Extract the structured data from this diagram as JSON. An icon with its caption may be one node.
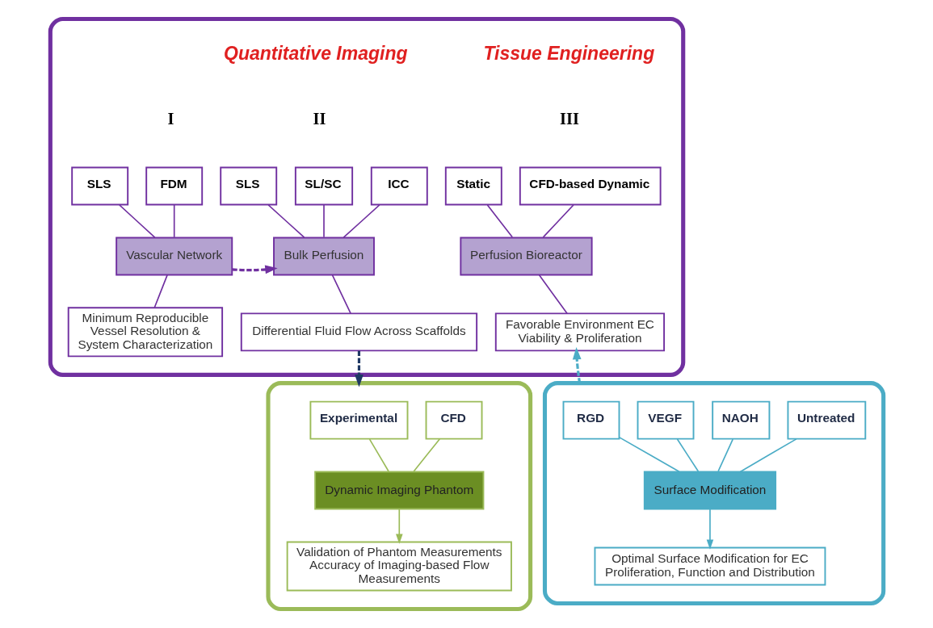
{
  "diagram": {
    "nodes": [
      {
        "text": [],
        "shape": "box"
      },
      {
        "text": [
          "SLS"
        ],
        "in": 0
      },
      {
        "text": [
          "FDM"
        ],
        "in": 0
      },
      {
        "text": [
          "Vascular Network"
        ],
        "in": 0
      },
      {
        "text": [
          "Minimum Reproducible Vessel Resolution & System Characterization"
        ],
        "in": 0
      },
      {
        "text": [
          "SLS"
        ],
        "in": 0
      },
      {
        "text": [
          "SL/SC"
        ],
        "in": 0
      },
      {
        "text": [
          "ICC"
        ],
        "in": 0
      },
      {
        "text": [
          "Bulk Perfusion"
        ],
        "in": 0
      },
      {
        "text": [
          "Differential Fluid Flow Across Scaffolds"
        ],
        "in": 0
      },
      {
        "text": [
          "Static"
        ],
        "in": 0
      },
      {
        "text": [
          "CFD-based Dynamic"
        ],
        "in": 0
      },
      {
        "text": [
          "Perfusion Bioreactor"
        ],
        "in": 0
      },
      {
        "text": [
          "Favorable Environment EC Viability & Proliferation"
        ],
        "in": 0
      },
      {
        "text": [],
        "shape": "box"
      },
      {
        "text": [
          "Experimental"
        ],
        "in": 14
      },
      {
        "text": [
          "CFD"
        ],
        "in": 14
      },
      {
        "text": [
          "Dynamic Imaging Phantom"
        ],
        "in": 14
      },
      {
        "text": [
          "Validation of Phantom Measurements Accuracy of Imaging-based Flow Measurements"
        ],
        "in": 14
      },
      {
        "text": [],
        "shape": "box"
      },
      {
        "text": [
          "RGD"
        ],
        "in": 19
      },
      {
        "text": [
          "VEGF"
        ],
        "in": 19
      },
      {
        "text": [
          "NAOH"
        ],
        "in": 19
      },
      {
        "text": [
          "Untreated"
        ],
        "in": 19
      },
      {
        "text": [
          "Surface Modification"
        ],
        "in": 19
      },
      {
        "text": [
          "Optimal Surface Modification for EC Proliferation, Function and Distribution"
        ],
        "in": 19
      }
    ],
    "edges": [
      {
        "from": 1,
        "to": 3,
        "arrow": "none"
      },
      {
        "from": 2,
        "to": 3,
        "arrow": "none"
      },
      {
        "from": 3,
        "to": 4,
        "arrow": "none"
      },
      {
        "from": 3,
        "to": 8,
        "arrow": "to",
        "style": "dashed"
      },
      {
        "from": 5,
        "to": 8,
        "arrow": "none"
      },
      {
        "from": 6,
        "to": 8,
        "arrow": "none"
      },
      {
        "from": 7,
        "to": 8,
        "arrow": "none"
      },
      {
        "from": 8,
        "to": 9,
        "arrow": "none"
      },
      {
        "from": 10,
        "to": 12,
        "arrow": "none"
      },
      {
        "from": 11,
        "to": 12,
        "arrow": "none"
      },
      {
        "from": 12,
        "to": 13,
        "arrow": "none"
      },
      {
        "from": 9,
        "to": 14,
        "arrow": "to",
        "style": "dashed",
        "color": "#1f3864"
      },
      {
        "from": 15,
        "to": 17,
        "arrow": "none",
        "color": "#9bbb59"
      },
      {
        "from": 16,
        "to": 17,
        "arrow": "none",
        "color": "#9bbb59"
      },
      {
        "from": 17,
        "to": 18,
        "arrow": "to",
        "color": "#9bbb59"
      },
      {
        "from": 19,
        "to": 13,
        "arrow": "to",
        "style": "dashed",
        "color": "#4bacc6"
      },
      {
        "from": 20,
        "to": 24,
        "arrow": "none",
        "color": "#4bacc6"
      },
      {
        "from": 21,
        "to": 24,
        "arrow": "none",
        "color": "#4bacc6"
      },
      {
        "from": 22,
        "to": 24,
        "arrow": "none",
        "color": "#4bacc6"
      },
      {
        "from": 23,
        "to": 24,
        "arrow": "none",
        "color": "#4bacc6"
      },
      {
        "from": 24,
        "to": 25,
        "arrow": "to",
        "color": "#4bacc6"
      }
    ],
    "labels": [
      "Quantitative Imaging",
      "Tissue Engineering",
      "I",
      "II",
      "III"
    ]
  }
}
